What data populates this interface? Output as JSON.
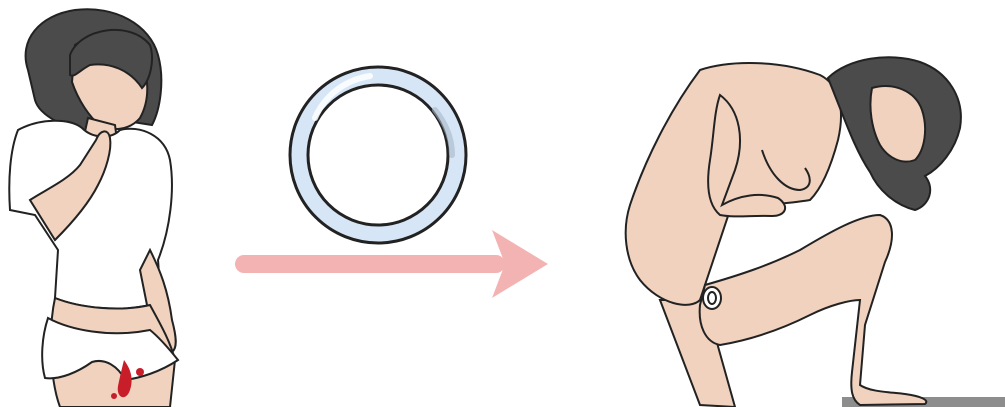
{
  "illustration": {
    "panels": [
      {
        "id": "left-figure",
        "icon": "woman-noticing-menstruation-icon"
      },
      {
        "id": "middle-device",
        "icon": "menstrual-ring-icon"
      },
      {
        "id": "arrow",
        "icon": "right-arrow-icon"
      },
      {
        "id": "right-figure",
        "icon": "ring-insertion-posture-icon"
      }
    ],
    "colors": {
      "skin": "#f0d2bf",
      "hair": "#4b4b4b",
      "shirt": "#ffffff",
      "outline": "#222222",
      "blood": "#c81e2a",
      "ring_outer": "#d6e6f6",
      "ring_inner": "#ffffff",
      "arrow": "#f3b3b3",
      "step_surface": "#8d8d8d"
    }
  }
}
